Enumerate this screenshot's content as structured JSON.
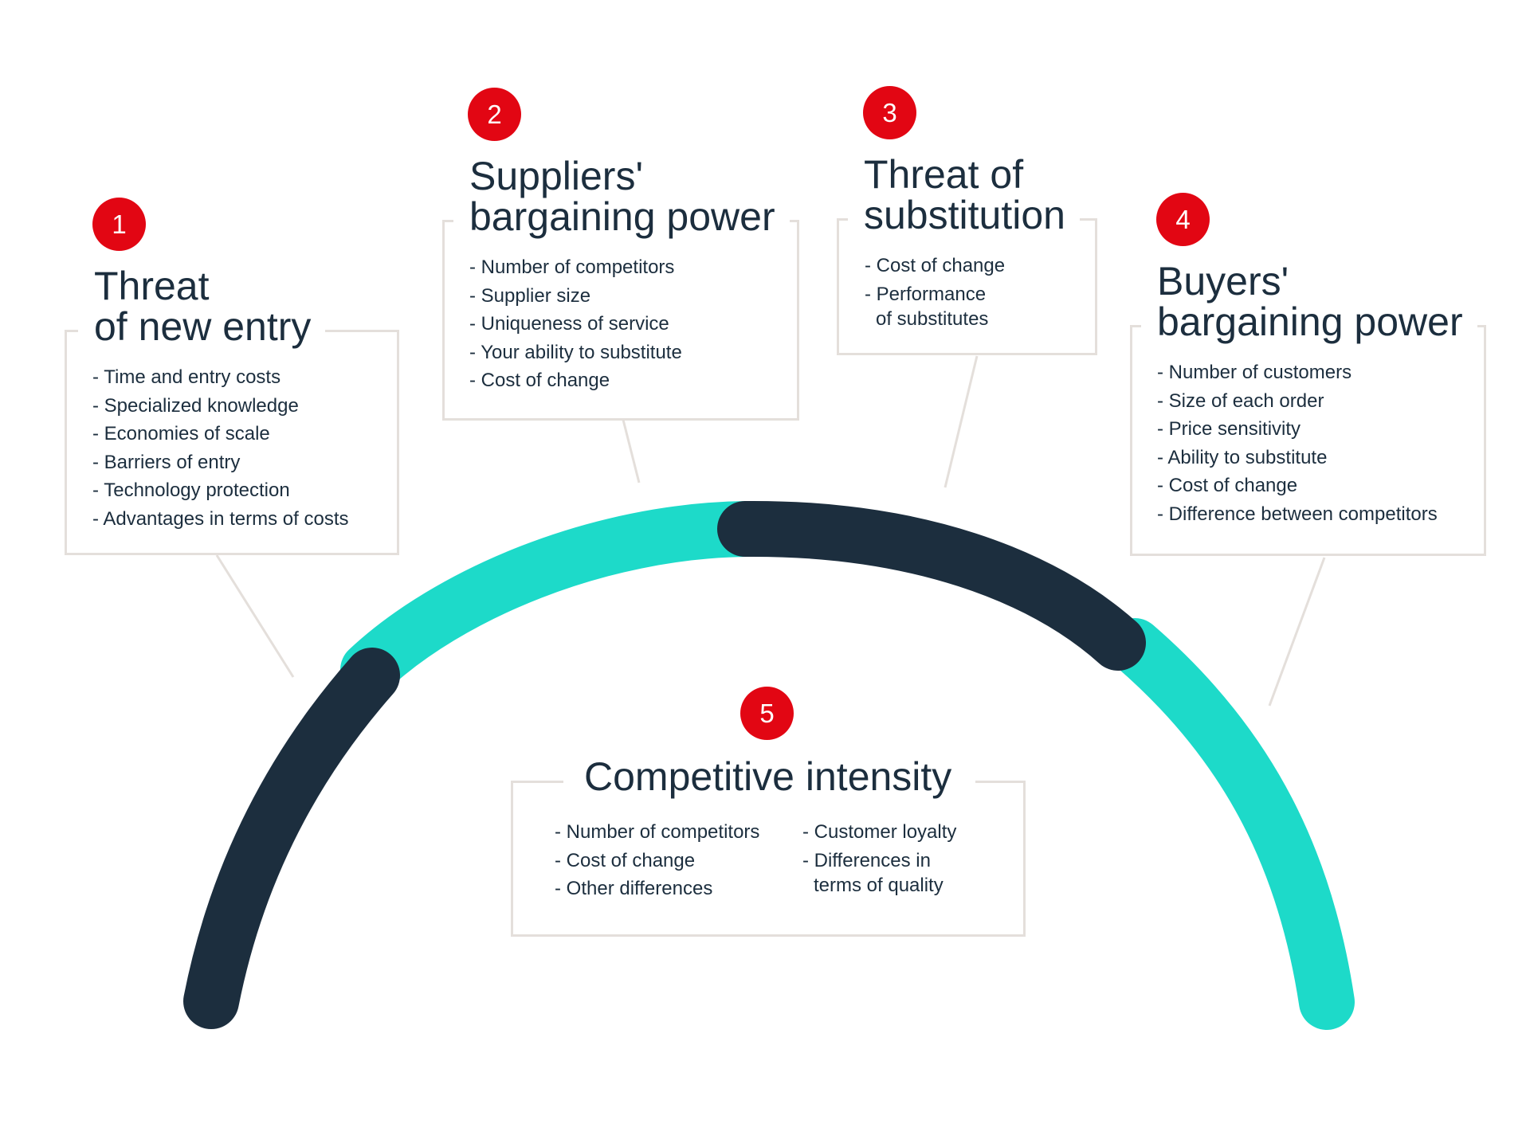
{
  "colors": {
    "dark_navy": "#1c2e3e",
    "teal": "#1ddac9",
    "badge_red": "#e20613",
    "box_border": "#e4dfdb"
  },
  "forces": [
    {
      "number": "1",
      "title_lines": [
        "Threat",
        "of new entry"
      ],
      "items": [
        "- Time and entry costs",
        "- Specialized knowledge",
        "- Economies of scale",
        "- Barriers of entry",
        "- Technology protection",
        "- Advantages in terms of costs"
      ]
    },
    {
      "number": "2",
      "title_lines": [
        "Suppliers'",
        "bargaining power"
      ],
      "items": [
        "- Number of competitors",
        "- Supplier size",
        "- Uniqueness of service",
        "- Your ability to substitute",
        "- Cost of change"
      ]
    },
    {
      "number": "3",
      "title_lines": [
        "Threat of",
        "substitution"
      ],
      "items": [
        "- Cost of change",
        "- Performance",
        "of substitutes"
      ]
    },
    {
      "number": "4",
      "title_lines": [
        "Buyers'",
        "bargaining power"
      ],
      "items": [
        "- Number of customers",
        "- Size of each order",
        "- Price sensitivity",
        "- Ability to substitute",
        "- Cost of change",
        "- Difference between competitors"
      ]
    },
    {
      "number": "5",
      "title_lines": [
        "Competitive intensity"
      ],
      "items_left": [
        "- Number of competitors",
        "- Cost of change",
        "- Other differences"
      ],
      "items_right": [
        "- Customer loyalty",
        "- Differences in",
        "terms of quality"
      ]
    }
  ]
}
